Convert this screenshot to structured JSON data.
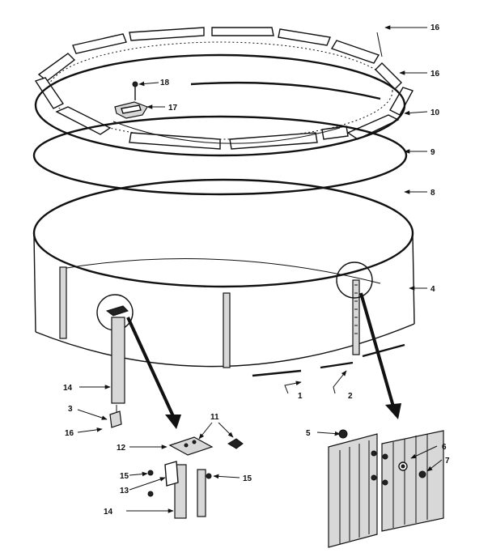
{
  "callouts": {
    "n16_top": "16",
    "n18_top": "18",
    "n16_right": "16",
    "n17": "17",
    "n10": "10",
    "n9": "9",
    "n8": "8",
    "n4": "4",
    "n14_left": "14",
    "n3": "3",
    "n1": "1",
    "n2": "2",
    "n16_left": "16",
    "n11": "11",
    "n12": "12",
    "n15_left": "15",
    "n15_right": "15",
    "n13": "13",
    "n14_bottom": "14",
    "n5": "5",
    "n6": "6",
    "n7": "7"
  }
}
